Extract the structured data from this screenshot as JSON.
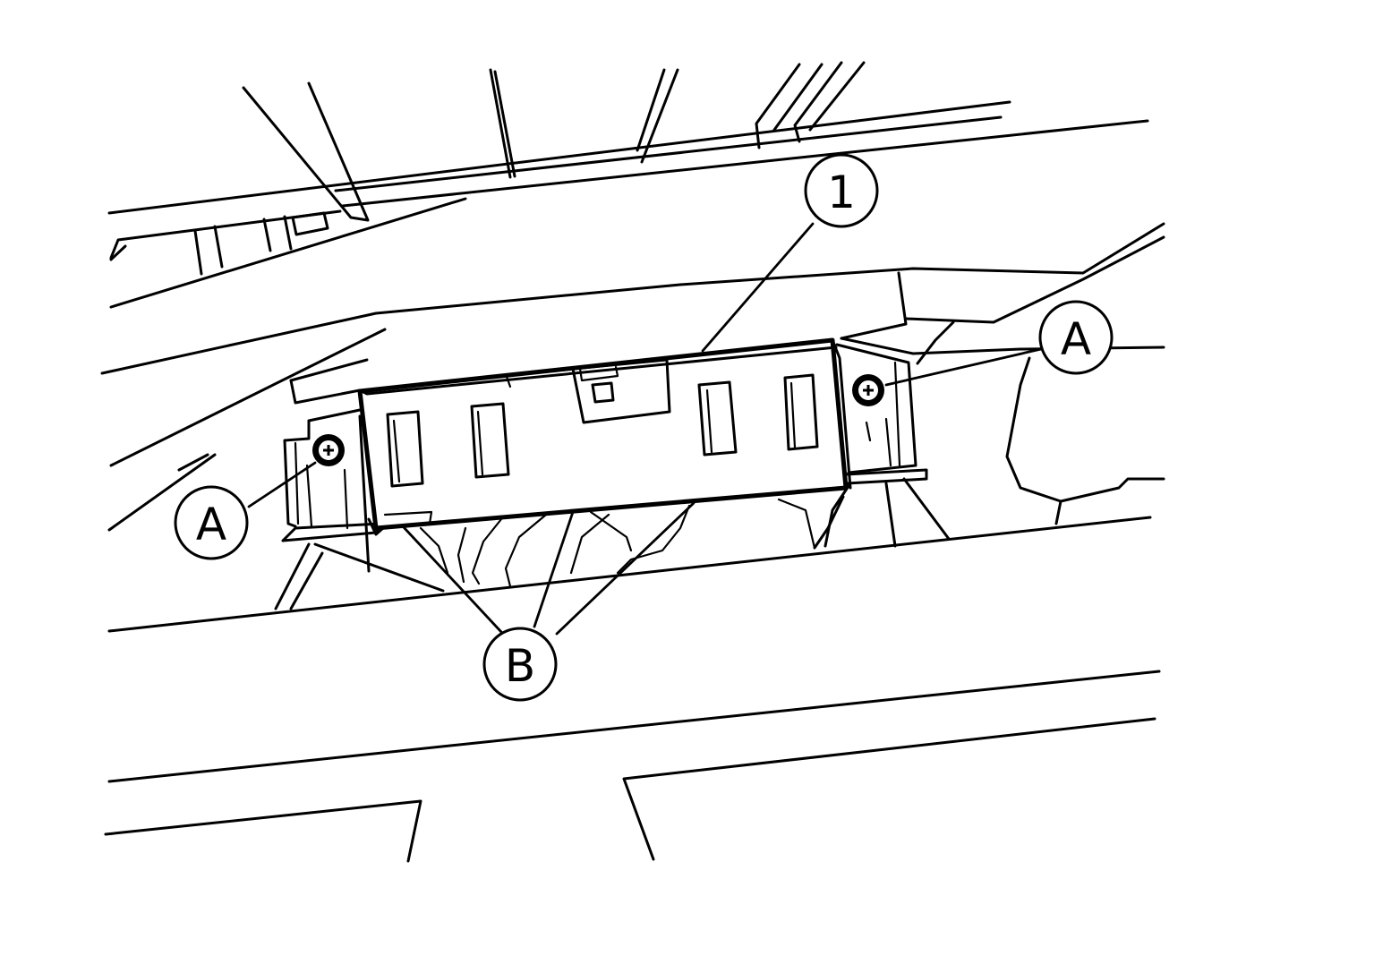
{
  "callouts": {
    "component_1": "1",
    "screw_a_left": "A",
    "screw_a_right": "A",
    "clip_b": "B"
  }
}
